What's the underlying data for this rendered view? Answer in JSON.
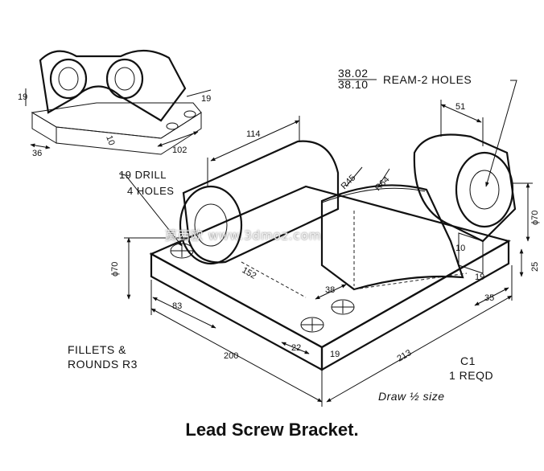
{
  "notes": {
    "ream_line1": "38.02",
    "ream_line2": "38.10",
    "ream_text": "REAM-2 HOLES",
    "drill_line1": "19 DRILL",
    "drill_line2": "4 HOLES",
    "fillets_line1": "FILLETS &",
    "fillets_line2": "ROUNDS R3",
    "part_id": "C1",
    "qty": "1 REQD",
    "scale": "Draw ½ size"
  },
  "dimensions": {
    "d114": "114",
    "d51": "51",
    "r45": "R45",
    "r64": "R64",
    "phi70_left": "ϕ70",
    "phi70_right": "ϕ70",
    "d83": "83",
    "d200": "200",
    "d213": "213",
    "d38": "38",
    "d22": "22",
    "d19_front": "19",
    "d152": "152",
    "d35": "35",
    "d25": "25",
    "d19_right": "19",
    "d10": "10"
  },
  "inset": {
    "d19_left": "19",
    "d36": "36",
    "d102": "102",
    "d19_top": "19",
    "d10": "10"
  },
  "watermark": "莫西欧 www.3dmoz.com",
  "caption": "Lead Screw Bracket."
}
